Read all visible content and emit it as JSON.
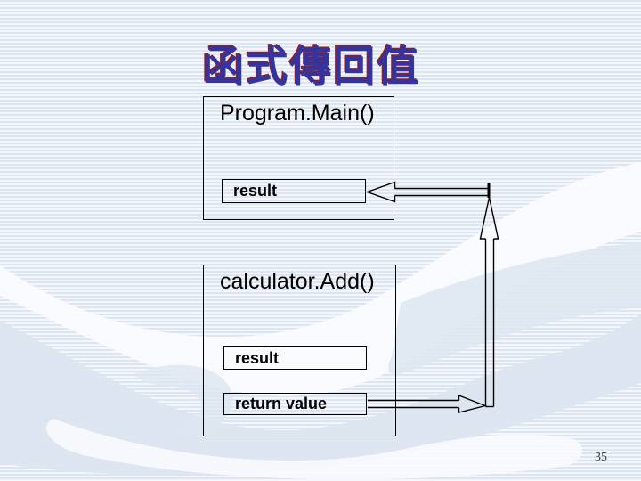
{
  "title": {
    "text": "函式傳回值"
  },
  "diagram": {
    "program_box": {
      "label": "Program.Main()",
      "result_field": "result"
    },
    "calculator_box": {
      "label": "calculator.Add()",
      "result_field": "result",
      "return_field": "return value"
    },
    "arrows": [
      {
        "name": "arrow-from-return-value",
        "direction": "right"
      },
      {
        "name": "arrow-up-riser",
        "direction": "up"
      },
      {
        "name": "arrow-into-result",
        "direction": "left"
      }
    ]
  },
  "footer": {
    "page_number": "35"
  },
  "colors": {
    "stripe_light": "#f3f7fb",
    "stripe_dark": "#dce5f0",
    "ribbon_white": "#f9fbfe",
    "ribbon_blue": "#dbe4ef",
    "title_color": "#3333a2",
    "title_outline": "#8b2121",
    "box_border": "#000000",
    "text_color": "#000000",
    "page_number_color": "#3a3a3a"
  }
}
